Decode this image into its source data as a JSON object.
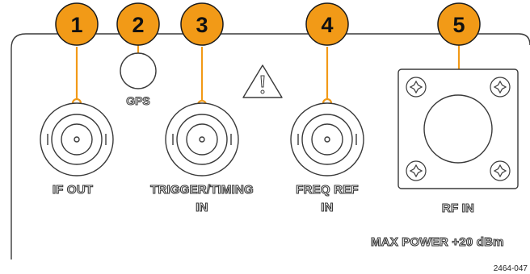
{
  "colors": {
    "callout_fill": "#f29a17",
    "callout_stroke": "#1a1a1a",
    "leader": "#f29a17",
    "panel_line": "#3a3a3a"
  },
  "callouts": [
    "1",
    "2",
    "3",
    "4",
    "5"
  ],
  "labels": {
    "if_out": "IF OUT",
    "gps": "GPS",
    "trigger_line1": "TRIGGER/TIMING",
    "trigger_line2": "IN",
    "freq_line1": "FREQ REF",
    "freq_line2": "IN",
    "rf_in": "RF IN",
    "max_power": "MAX POWER +20 dBm"
  },
  "icons": [
    "warning-triangle-icon",
    "bnc-connector-icon",
    "n-type-connector-icon",
    "torx-screw-icon"
  ],
  "figure_id": "2464-047"
}
